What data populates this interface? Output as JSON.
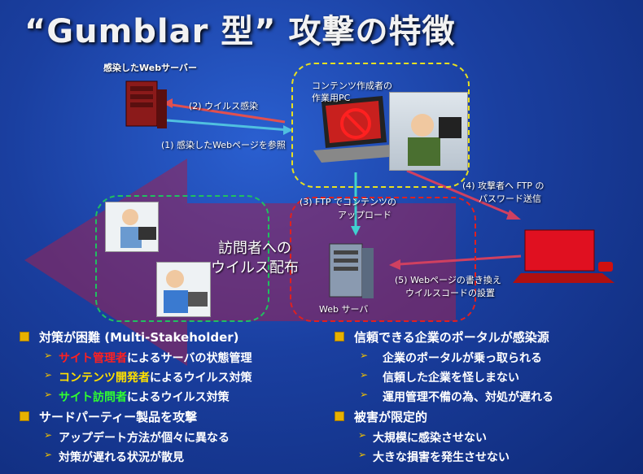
{
  "title": "“Gumblar 型” 攻撃の特徴",
  "diagram": {
    "infected_server_label": "感染したWebサーバー",
    "pc_box_label_line1": "コンテンツ作成者の",
    "pc_box_label_line2": "作業用PC",
    "step2": "(2) ウイルス感染",
    "step1": "(1) 感染したWebページを参照",
    "step3_line1": "(3) FTP でコンテンツの",
    "step3_line2": "アップロード",
    "step4_line1": "(4)   攻撃者へ FTP の",
    "step4_line2": "パスワード送信",
    "step5_line1": "(5)   Webページの書き換え",
    "step5_line2": "ウイルスコードの設置",
    "visitor_line1": "訪問者への",
    "visitor_line2": "ウイルス配布",
    "web_server_label": "Web サーバ"
  },
  "bullets": {
    "left": {
      "h1": "対策が困難 (Multi-Stakeholder)",
      "h1_items": [
        {
          "hl": "サイト管理者",
          "rest": "によるサーバの状態管理"
        },
        {
          "hl": "コンテンツ開発者",
          "rest": "によるウイルス対策"
        },
        {
          "hl": "サイト訪問者",
          "rest": "によるウイルス対策"
        }
      ],
      "h2": "サードパーティー製品を攻撃",
      "h2_items": [
        "アップデート方法が個々に異なる",
        "対策が遅れる状況が散見"
      ]
    },
    "right": {
      "h1": "信頼できる企業のポータルが感染源",
      "h1_items": [
        "企業のポータルが乗っ取られる",
        "信頼した企業を怪しまない",
        "運用管理不備の為、対処が遅れる"
      ],
      "h2": "被害が限定的",
      "h2_items": [
        "大規模に感染させない",
        "大きな損害を発生させない"
      ]
    }
  }
}
